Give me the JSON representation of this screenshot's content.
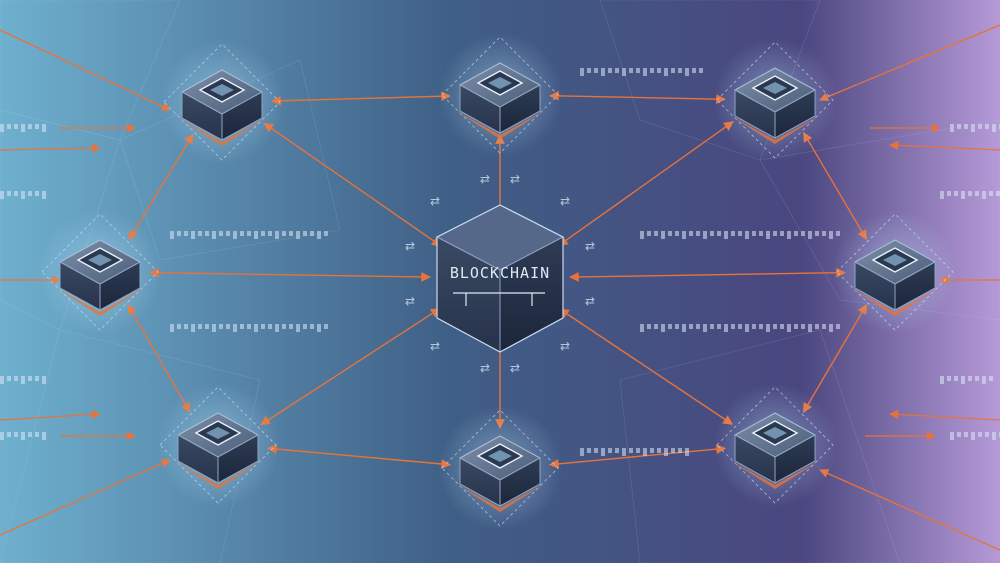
{
  "center": {
    "label": "BLOCKCHAIN"
  },
  "nodes": [
    {
      "id": "node-top-left"
    },
    {
      "id": "node-top-center"
    },
    {
      "id": "node-top-right"
    },
    {
      "id": "node-mid-left"
    },
    {
      "id": "node-mid-right"
    },
    {
      "id": "node-bottom-left"
    },
    {
      "id": "node-bottom-center"
    },
    {
      "id": "node-bottom-right"
    }
  ],
  "colors": {
    "bg_left": "#6fb0cf",
    "bg_center": "#3f5f86",
    "bg_right": "#6b5aa6",
    "bg_far_right": "#b69ad8",
    "arrow": "#e8733a",
    "node_fill": "#3d4f6b",
    "node_glow": "#9fd2ef",
    "center_fill": "#2e3d57",
    "center_text": "#dfe8f5"
  }
}
